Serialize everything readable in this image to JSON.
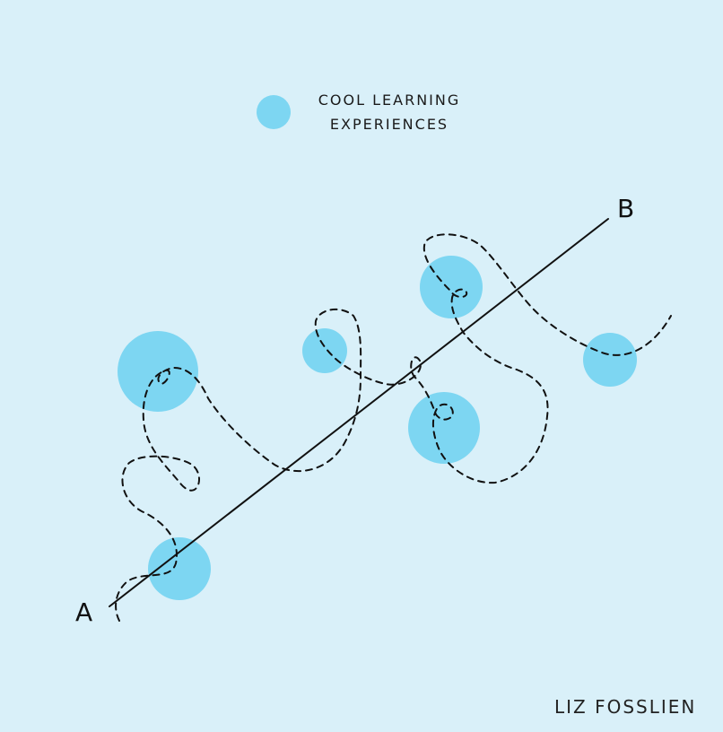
{
  "legend": {
    "line1": "COOL LEARNING",
    "line2": "EXPERIENCES",
    "color": "#7dd6f2"
  },
  "endpoints": {
    "start": "A",
    "end": "B"
  },
  "author": "LIZ FOSSLIEN",
  "colors": {
    "background": "#d9f0f9",
    "circle": "#7dd6f2",
    "ink": "#111111"
  }
}
